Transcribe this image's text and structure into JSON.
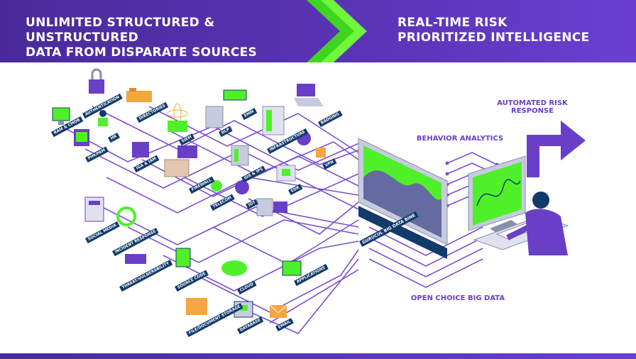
{
  "header": {
    "left_line1": "UNLIMITED STRUCTURED & UNSTRUCTURED",
    "left_line2": "DATA FROM DISPARATE SOURCES",
    "right_line1": "REAL-TIME RISK",
    "right_line2": "PRIORITIZED INTELLIGENCE"
  },
  "labels": {
    "automated_line1": "AUTOMATED RISK",
    "automated_line2": "RESPONSE",
    "behavior": "BEHAVIOR ANALYTICS",
    "open_choice": "OPEN CHOICE BIG DATA"
  },
  "engine_label": "GURUCUL BIG DATA BINE",
  "sources": [
    "AUTHENTICATION",
    "DIRECTORIES",
    "RAM & CMDB",
    "HR",
    "PIM/PAM",
    "IGA & IAM",
    "SIEM",
    "DLP",
    "EMM",
    "INFRASTRUCTURE",
    "BADGING",
    "FIREWALL",
    "IDS & IPS",
    "EDR",
    "VPN",
    "TELECOM",
    "IOT",
    "SOCIAL MEDIA",
    "INCIDENT RESPONSE",
    "THREAT/VULNERABILITY",
    "SOURCE CODE",
    "CLOUD",
    "APPLICATIONS",
    "FILE/DOCUMENT STORAGE",
    "DATABASE",
    "EMAIL"
  ],
  "colors": {
    "purple": "#5b34b8",
    "green": "#4ff02a",
    "navy": "#123a6b",
    "line": "#7a4fd0"
  }
}
